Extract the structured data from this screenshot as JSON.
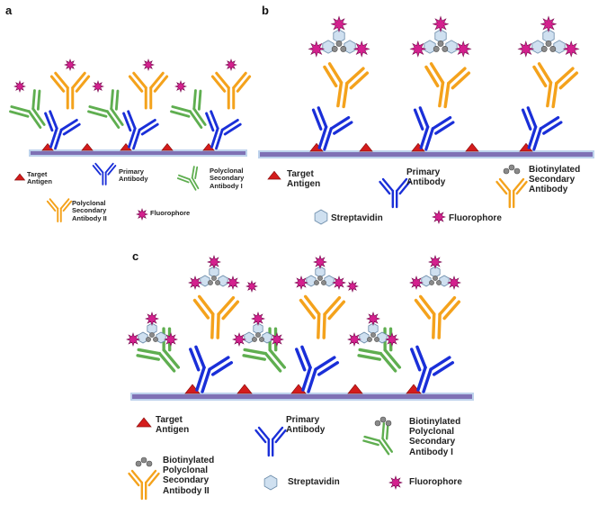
{
  "colors": {
    "antigen": "#d41c1c",
    "primary_antibody": "#1a2fd8",
    "polyclonal_secondary_i": "#5fae50",
    "secondary_ii": "#f4a21c",
    "streptavidin": "#cfe0f0",
    "biotin": "#8a8a8a",
    "fluorophore": "#d4208e",
    "surface": "#7f71b5",
    "surface_edge": "#bdd2ec"
  },
  "panels": {
    "a": {
      "letter": "a",
      "legend": {
        "target_antigen": [
          "Target",
          "Antigen"
        ],
        "primary_antibody": [
          "Primary",
          "Antibody"
        ],
        "polyclonal_secondary_i": [
          "Polyclonal",
          "Secondary",
          "Antibody I"
        ],
        "polyclonal_secondary_ii": [
          "Polyclonal",
          "Secondary",
          "Antibody II"
        ],
        "fluorophore": "Fluorophore"
      }
    },
    "b": {
      "letter": "b",
      "legend": {
        "target_antigen": [
          "Target",
          "Antigen"
        ],
        "primary_antibody": [
          "Primary",
          "Antibody"
        ],
        "biotinylated_secondary": [
          "Biotinylated",
          "Secondary",
          "Antibody"
        ],
        "streptavidin": "Streptavidin",
        "fluorophore": "Fluorophore"
      }
    },
    "c": {
      "letter": "c",
      "legend": {
        "target_antigen": [
          "Target",
          "Antigen"
        ],
        "primary_antibody": [
          "Primary",
          "Antibody"
        ],
        "biotinylated_polyclonal_i": [
          "Biotinylated",
          "Polyclonal",
          "Secondary",
          "Antibody I"
        ],
        "biotinylated_polyclonal_ii": [
          "Biotinylated",
          "Polyclonal",
          "Secondary",
          "Antibody II"
        ],
        "streptavidin": "Streptavidin",
        "fluorophore": "Fluorophore"
      }
    }
  }
}
